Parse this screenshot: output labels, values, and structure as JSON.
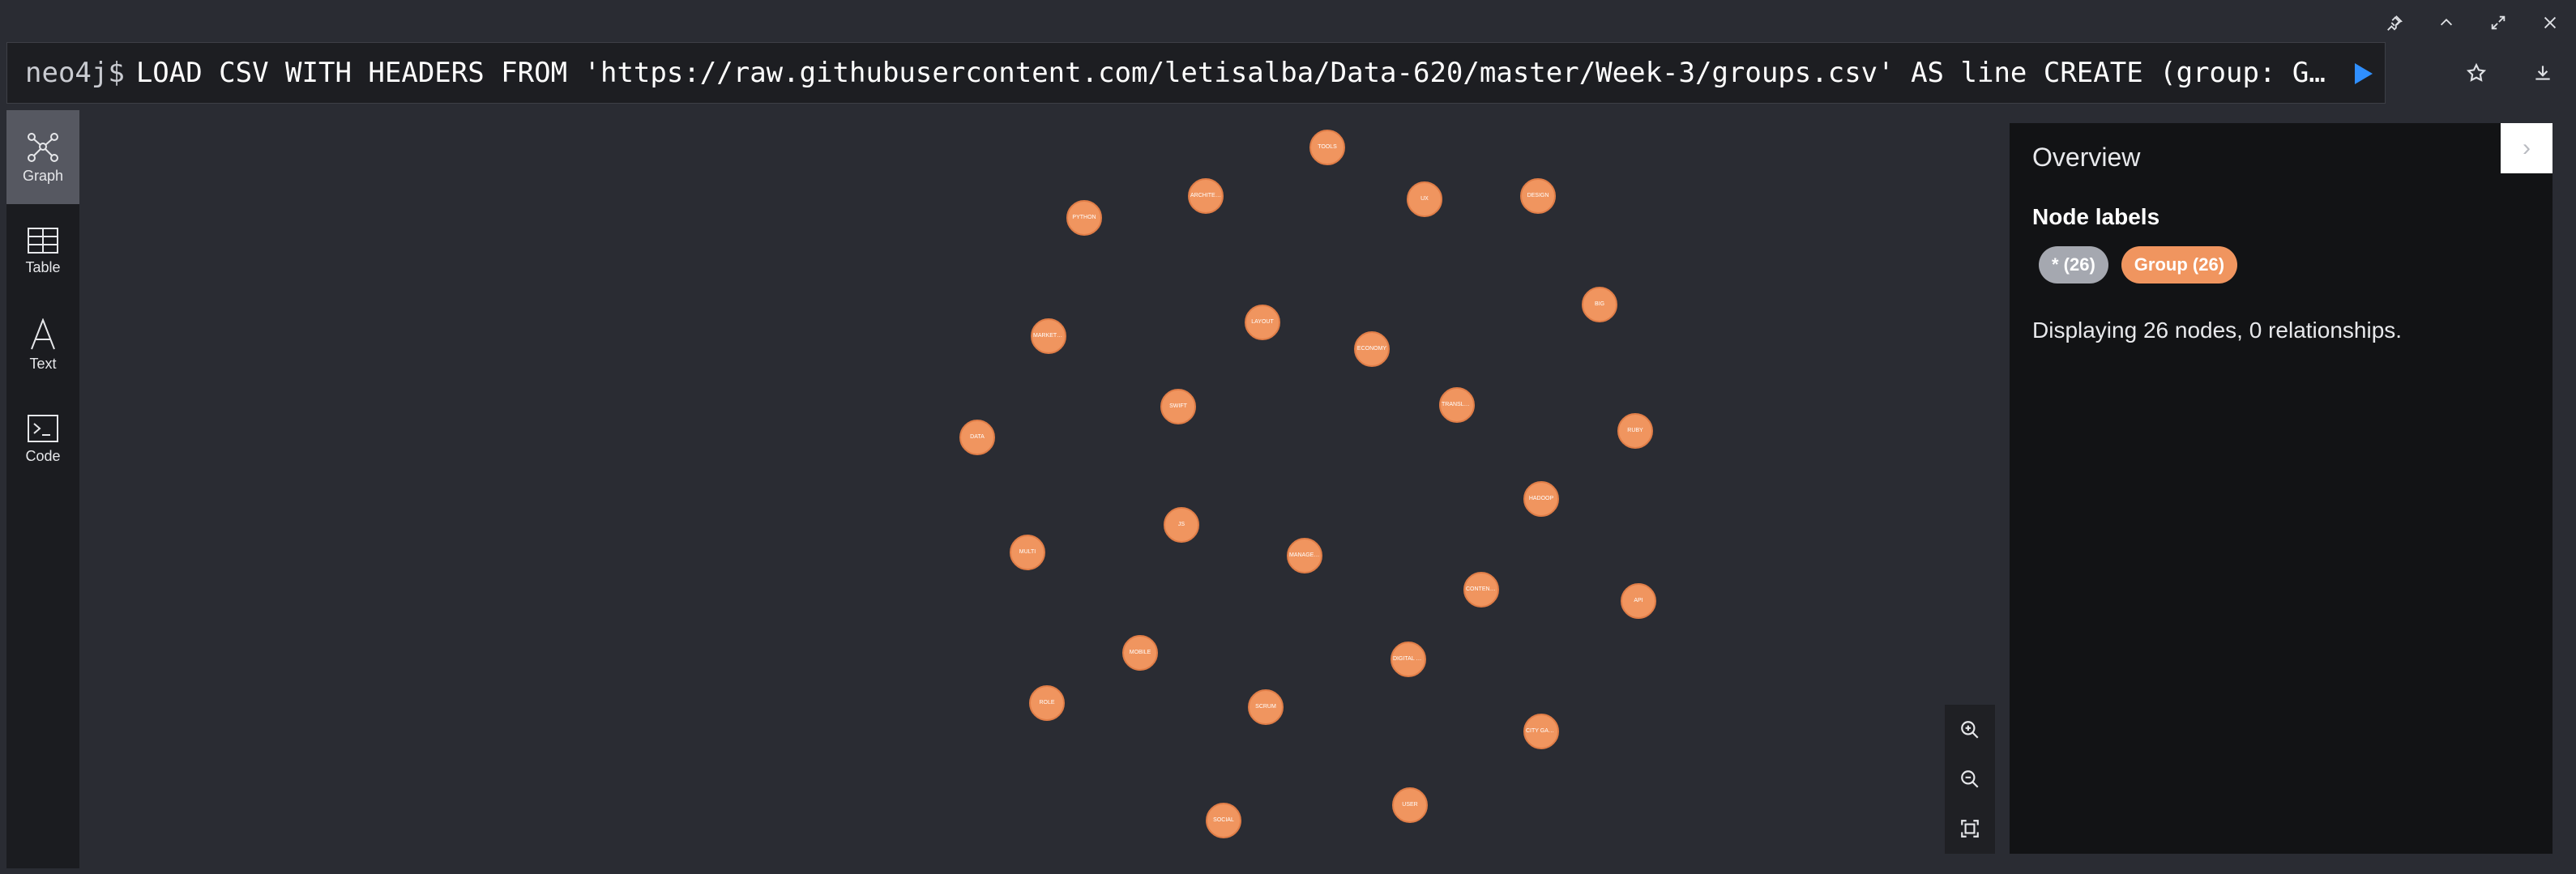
{
  "colors": {
    "node_fill": "#f0955f",
    "accent_blue": "#2f8fff",
    "background": "#2a2c33"
  },
  "window_controls": [
    "pin-icon",
    "chevron-up-icon",
    "expand-icon",
    "close-icon"
  ],
  "editor": {
    "prompt": "neo4j$",
    "query": "LOAD CSV WITH HEADERS FROM 'https://raw.githubusercontent.com/letisalba/Data-620/master/Week-3/groups.csv' AS line CREATE (group: Gro…"
  },
  "view_tabs": [
    {
      "label": "Graph",
      "icon": "graph-icon"
    },
    {
      "label": "Table",
      "icon": "table-icon"
    },
    {
      "label": "Text",
      "icon": "text-icon"
    },
    {
      "label": "Code",
      "icon": "code-icon"
    }
  ],
  "nodes": [
    "TOOLS",
    "PYTHON",
    "ARCHITECTURE",
    "UX",
    "DESIGN",
    "BIG",
    "MARKETING",
    "LAYOUT",
    "ECONOMY",
    "TRANSLATION",
    "DATA",
    "SWIFT",
    "RUBY",
    "HADOOP",
    "JS",
    "MULTI",
    "MANAGEMENT",
    "CONTENT STRATEGY",
    "API",
    "MOBILE",
    "DIGITAL MARKETING",
    "ROLE",
    "SCRUM",
    "CITY GAMES",
    "USER",
    "SOCIAL"
  ],
  "overview": {
    "title": "Overview",
    "collapse_glyph": "›",
    "node_labels_heading": "Node labels",
    "pill_all": "* (26)",
    "pill_group": "Group (26)",
    "summary": "Displaying 26 nodes, 0 relationships."
  }
}
